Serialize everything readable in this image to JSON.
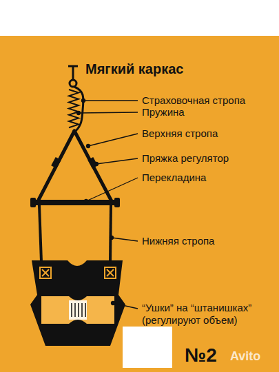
{
  "diagram": {
    "title": "Мягкий каркас",
    "labels": [
      "Страховочная стропа",
      "Пружина",
      "Верхняя стропа",
      "Пряжка регулятор",
      "Перекладина",
      "Нижняя стропа",
      "“Ушки” на “штанишках” (регулируют объем)",
      "№2",
      "Avito"
    ]
  }
}
